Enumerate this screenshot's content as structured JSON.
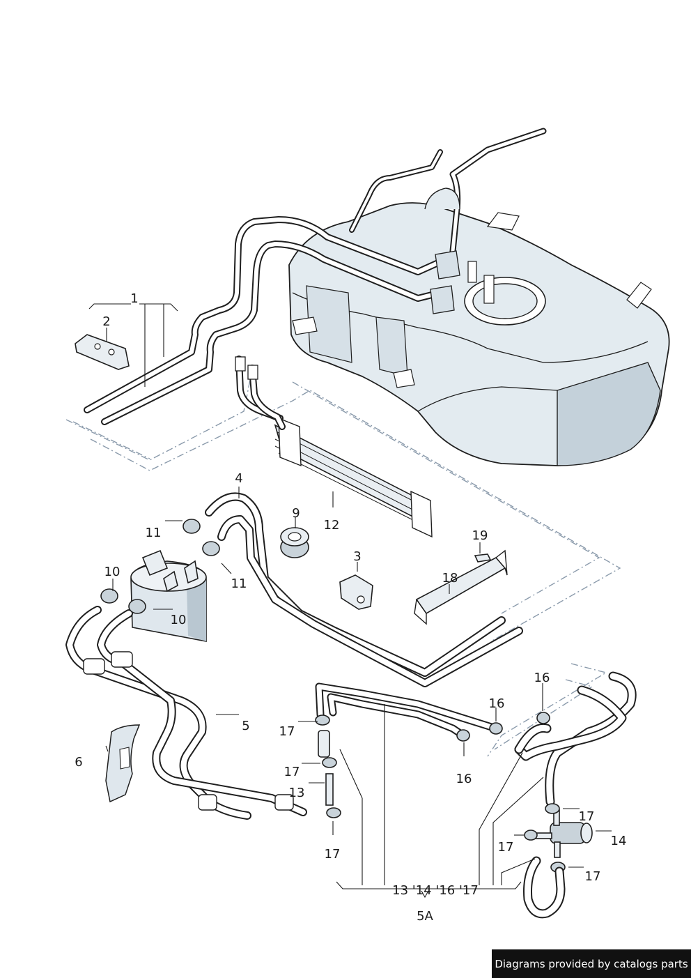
{
  "callouts": {
    "c1": "1",
    "c2": "2",
    "c3": "3",
    "c4": "4",
    "c5": "5",
    "c6": "6",
    "c9": "9",
    "c10a": "10",
    "c10b": "10",
    "c11a": "11",
    "c11b": "11",
    "c12": "12",
    "c13": "13",
    "c14": "14",
    "c16a": "16",
    "c16b": "16",
    "c16c": "16",
    "c17a": "17",
    "c17b": "17",
    "c17c": "17",
    "c17d": "17",
    "c17e": "17",
    "c17f": "17",
    "c18": "18",
    "c19": "19",
    "group": "13 '14 '16 '17",
    "c5a": "5A"
  },
  "footer": {
    "text": "Diagrams provided by catalogs parts"
  },
  "colors": {
    "tank_fill": "#e3ebf0",
    "tank_shadow": "#c4d1da",
    "line": "#1f1f1f",
    "dash": "#8a9aab",
    "footer_bg": "#111111"
  },
  "icons": {
    "fuel-tank": "fuel-tank-icon",
    "fuel-filter": "fuel-filter-icon",
    "fuel-cooler": "fuel-cooler-icon",
    "valve": "valve-icon"
  }
}
